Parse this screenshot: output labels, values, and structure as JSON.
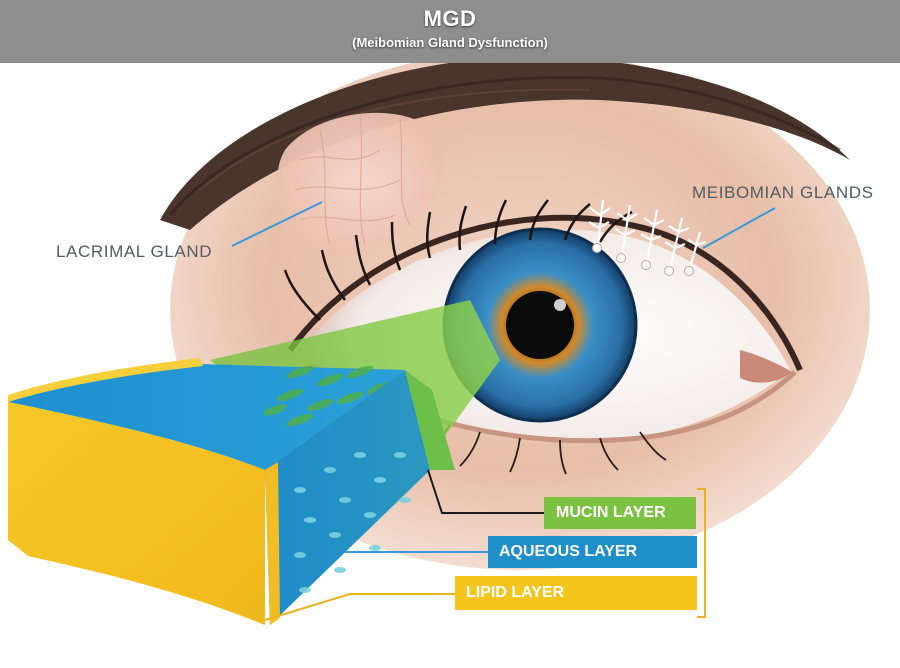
{
  "header": {
    "title": "MGD",
    "subtitle": "(Meibomian Gland Dysfunction)"
  },
  "labels": {
    "lacrimal_gland": "LACRIMAL GLAND",
    "meibomian_glands": "MEIBOMIAN GLANDS"
  },
  "layers": [
    {
      "label": "MUCIN LAYER",
      "color": "#7cc242"
    },
    {
      "label": "AQUEOUS LAYER",
      "color": "#1e8fc8"
    },
    {
      "label": "LIPID LAYER",
      "color": "#f5c51e"
    }
  ],
  "colors": {
    "header_bg": "#8e8e8e",
    "callout_line": "#3a9ad9",
    "bracket": "#e8b320",
    "iris": "#2f7fb5",
    "skin": "#e8c7b3"
  }
}
